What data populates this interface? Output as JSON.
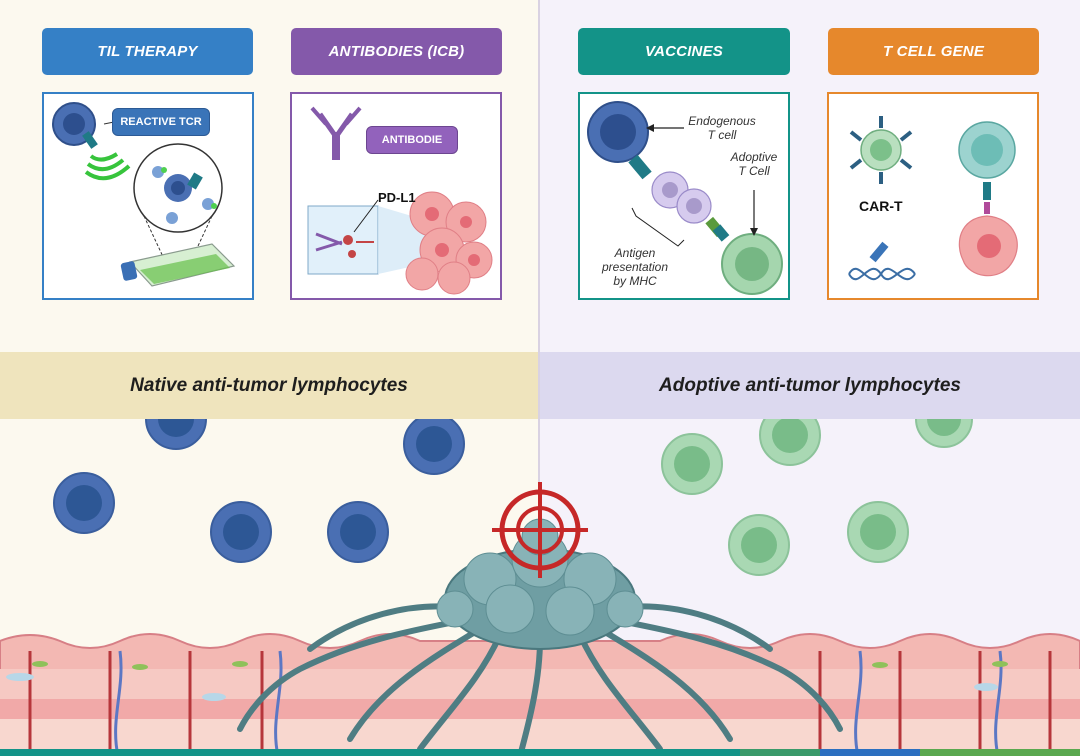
{
  "tabs": {
    "til": "TIL THERAPY",
    "antibodies": "ANTIBODIES (ICB)",
    "vaccines": "VACCINES",
    "tcell_gene": "T CELL GENE"
  },
  "labels": {
    "reactive_tcr": "REACTIVE TCR",
    "antibodie": "ANTIBODIE",
    "pdl1": "PD-L1",
    "endogenous": "Endogenous\nT cell",
    "adoptive_cell": "Adoptive\nT Cell",
    "antigen": "Antigen\npresentation\nby MHC",
    "cart": "CAR-T"
  },
  "bands": {
    "native": "Native anti-tumor lymphocytes",
    "adoptive": "Adoptive anti-tumor lymphocytes"
  },
  "colors": {
    "til": "#3580c6",
    "antibodies": "#8459aa",
    "vaccines": "#139388",
    "tcell_gene": "#e6882c",
    "native_band": "#efe4bd",
    "adoptive_band": "#dcd9ef",
    "blue_cell": "#4a6fb3",
    "green_cell": "#8fc79c",
    "tumor": "#6f9ea3",
    "target": "#c62828"
  }
}
